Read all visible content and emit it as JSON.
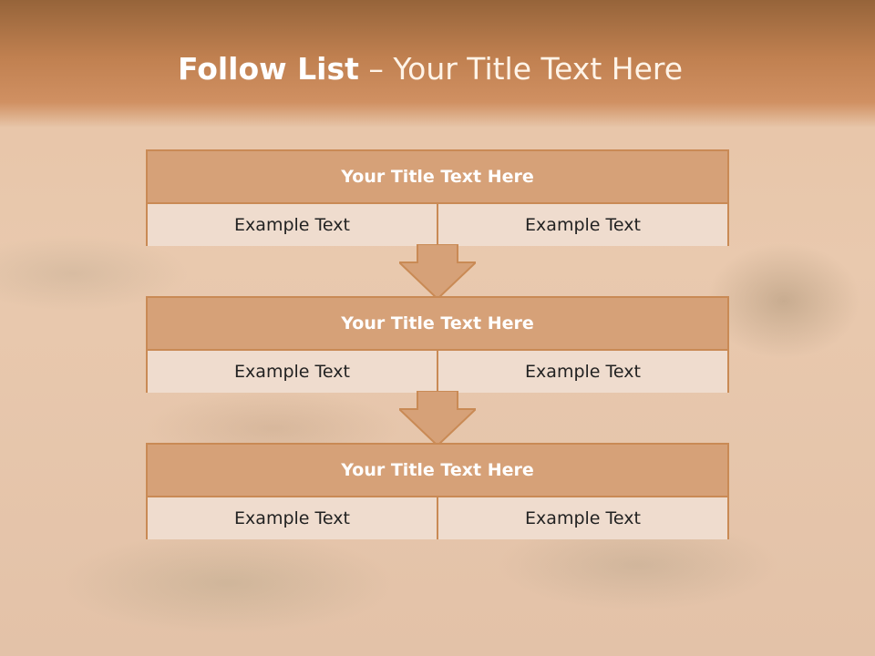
{
  "title": {
    "bold": "Follow List",
    "rest": " – Your Title Text Here"
  },
  "blocks": [
    {
      "title": "Your Title Text Here",
      "left": "Example Text",
      "right": "Example Text"
    },
    {
      "title": "Your Title Text Here",
      "left": "Example Text",
      "right": "Example Text"
    },
    {
      "title": "Your Title Text Here",
      "left": "Example Text",
      "right": "Example Text"
    }
  ],
  "colors": {
    "header_band": "#c08050",
    "block_border": "#c98a55",
    "block_header": "#d6a178",
    "block_cell": "#efdcce"
  },
  "icons": [
    "down-arrow-icon",
    "down-arrow-icon"
  ]
}
